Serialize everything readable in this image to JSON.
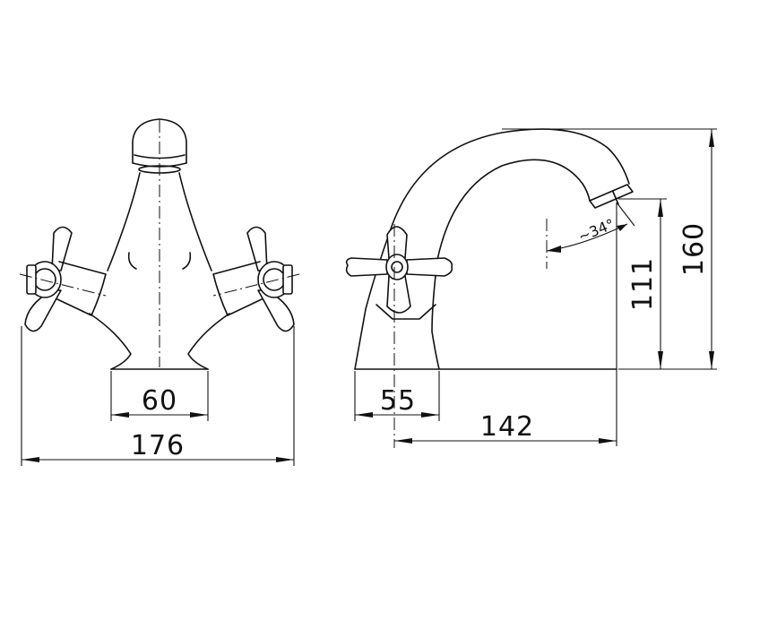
{
  "drawing": {
    "front_view": {
      "dim_base_width": "60",
      "dim_overall_width": "176"
    },
    "side_view": {
      "dim_base_depth": "55",
      "dim_reach": "142",
      "dim_spout_height": "111",
      "dim_overall_height": "160",
      "angle_label": "~34°"
    }
  }
}
